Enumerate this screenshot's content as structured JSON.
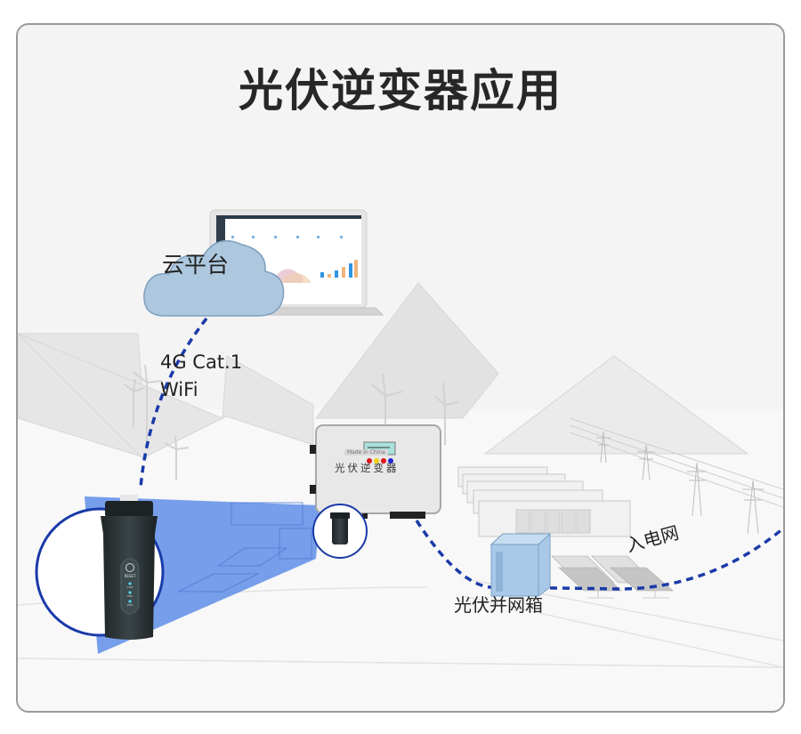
{
  "title": "光伏逆变器应用",
  "cloud": {
    "label": "云平台",
    "icon": "cloud-icon"
  },
  "laptop": {
    "icon": "laptop-dashboard-icon"
  },
  "network": {
    "line1": "4G Cat.1",
    "line2": "WiFi"
  },
  "inverter": {
    "label": "光伏逆变器",
    "made_in": "Made in China",
    "indicator_colors": [
      "#e0131b",
      "#f2d20e",
      "#e0131b",
      "#2424d8"
    ]
  },
  "dongle": {
    "icon": "wifi-4g-dongle-icon",
    "button_label": "RESET",
    "leds": [
      "COM",
      "LINK",
      "PWR"
    ],
    "led_color": "#58d7ee"
  },
  "combiner_box": {
    "label": "光伏并网箱"
  },
  "grid": {
    "label": "入电网"
  },
  "colors": {
    "connection_line": "#1a3aa8",
    "magnifier_cone": "#5f8ee8",
    "cloud_fill": "#adc8de",
    "combiner_fill": "#a9c9e9"
  }
}
